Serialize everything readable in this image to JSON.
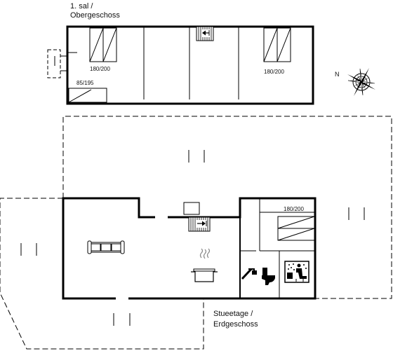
{
  "upper_floor": {
    "label_line1": "1. sal /",
    "label_line2": "Obergeschoss",
    "bed_left": "180/200",
    "bed_right": "180/200",
    "bed_small": "85/195"
  },
  "ground_floor": {
    "label_line1": "Stueetage /",
    "label_line2": "Erdgeschoss",
    "bed": "180/200"
  },
  "compass": {
    "north": "N"
  }
}
